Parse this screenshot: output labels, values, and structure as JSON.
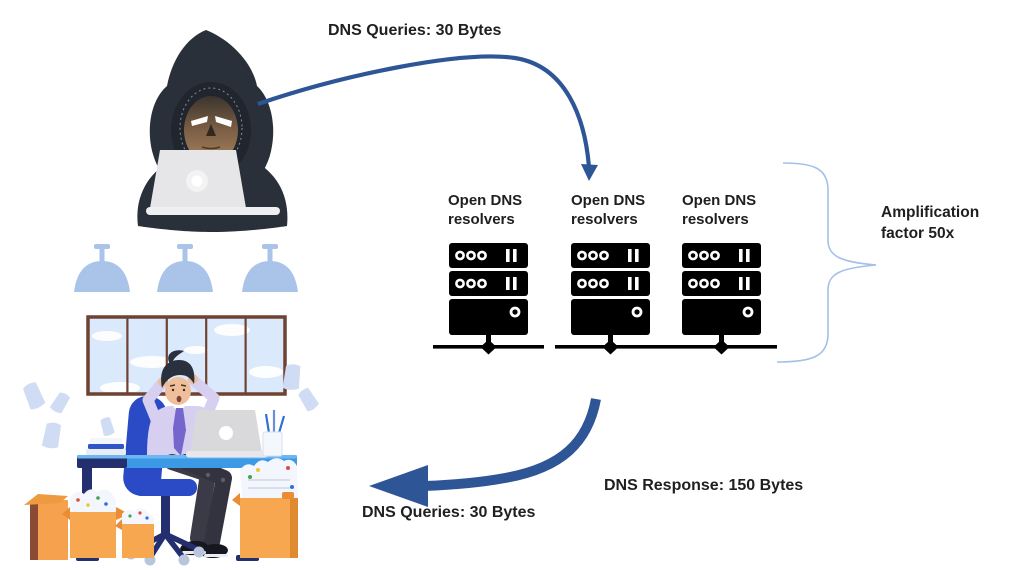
{
  "page": {
    "type": "diagram",
    "topic": "DNS amplification DDoS attack",
    "background": "#ffffff"
  },
  "attacker": {
    "icon": "hacker-with-laptop"
  },
  "flows": {
    "attacker_to_resolvers": {
      "label": "DNS Queries: 30 Bytes",
      "color": "#2e5596",
      "direction": "attacker to open DNS resolvers"
    },
    "resolvers_to_victim": {
      "label": "DNS Response: 150 Bytes",
      "color": "#2e5596",
      "direction": "open DNS resolvers to victim"
    },
    "victim_received": {
      "label": "DNS Queries: 30 Bytes"
    }
  },
  "resolvers": {
    "icon": "server-rack",
    "items": [
      {
        "label": "Open DNS resolvers"
      },
      {
        "label": "Open DNS resolvers"
      },
      {
        "label": "Open DNS resolvers"
      }
    ]
  },
  "amplification": {
    "line1": "Amplification",
    "line2": "factor 50x",
    "brace_color": "#a5c0e8"
  },
  "victim": {
    "icon": "stressed-office-worker"
  },
  "colors": {
    "arrow_blue": "#2e5596",
    "brace_blue": "#a5c0e8",
    "server_black": "#000000",
    "text": "#1f1f1f",
    "hoodie_dark": "#2a303a",
    "desk_blue": "#3b99e6",
    "navy": "#232f6e",
    "chair_blue": "#2b4ac5",
    "shirt_lavender": "#d7cfef",
    "tie_purple": "#7566cd",
    "box_orange": "#f7a54e",
    "lamp_blue": "#a9c3e9",
    "window_pane": "#dbe9fc",
    "window_frame": "#6f4232",
    "paper_blue": "#cfdcf4"
  }
}
